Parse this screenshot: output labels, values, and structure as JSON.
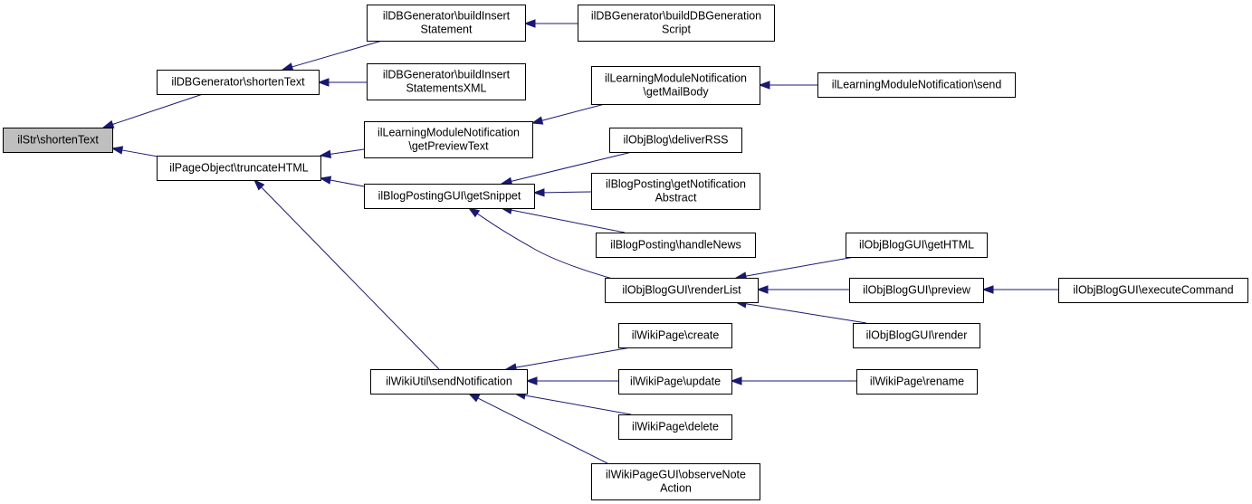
{
  "diagram": {
    "type": "call-graph",
    "colors": {
      "edge": "#191970",
      "root_fill": "#bfbfbf",
      "node_fill": "#ffffff",
      "node_border": "#000000"
    },
    "nodes": [
      {
        "id": "ilStr_shortenText",
        "lines": [
          "ilStr\\shortenText"
        ],
        "root": true
      },
      {
        "id": "ilDBGenerator_shortenText",
        "lines": [
          "ilDBGenerator\\shortenText"
        ]
      },
      {
        "id": "ilDBGenerator_buildInsertStatement",
        "lines": [
          "ilDBGenerator\\buildInsert",
          "Statement"
        ]
      },
      {
        "id": "ilDBGenerator_buildDBGenerationScript",
        "lines": [
          "ilDBGenerator\\buildDBGeneration",
          "Script"
        ]
      },
      {
        "id": "ilDBGenerator_buildInsertStatementsXML",
        "lines": [
          "ilDBGenerator\\buildInsert",
          "StatementsXML"
        ]
      },
      {
        "id": "ilPageObject_truncateHTML",
        "lines": [
          "ilPageObject\\truncateHTML"
        ]
      },
      {
        "id": "ilLMN_getPreviewText",
        "lines": [
          "ilLearningModuleNotification",
          "\\getPreviewText"
        ]
      },
      {
        "id": "ilLMN_getMailBody",
        "lines": [
          "ilLearningModuleNotification",
          "\\getMailBody"
        ]
      },
      {
        "id": "ilLMN_send",
        "lines": [
          "ilLearningModuleNotification\\send"
        ]
      },
      {
        "id": "ilBlogPostingGUI_getSnippet",
        "lines": [
          "ilBlogPostingGUI\\getSnippet"
        ]
      },
      {
        "id": "ilObjBlog_deliverRSS",
        "lines": [
          "ilObjBlog\\deliverRSS"
        ]
      },
      {
        "id": "ilBlogPosting_getNotificationAbstract",
        "lines": [
          "ilBlogPosting\\getNotification",
          "Abstract"
        ]
      },
      {
        "id": "ilBlogPosting_handleNews",
        "lines": [
          "ilBlogPosting\\handleNews"
        ]
      },
      {
        "id": "ilObjBlogGUI_renderList",
        "lines": [
          "ilObjBlogGUI\\renderList"
        ]
      },
      {
        "id": "ilObjBlogGUI_getHTML",
        "lines": [
          "ilObjBlogGUI\\getHTML"
        ]
      },
      {
        "id": "ilObjBlogGUI_preview",
        "lines": [
          "ilObjBlogGUI\\preview"
        ]
      },
      {
        "id": "ilObjBlogGUI_executeCommand",
        "lines": [
          "ilObjBlogGUI\\executeCommand"
        ]
      },
      {
        "id": "ilObjBlogGUI_render",
        "lines": [
          "ilObjBlogGUI\\render"
        ]
      },
      {
        "id": "ilWikiUtil_sendNotification",
        "lines": [
          "ilWikiUtil\\sendNotification"
        ]
      },
      {
        "id": "ilWikiPage_create",
        "lines": [
          "ilWikiPage\\create"
        ]
      },
      {
        "id": "ilWikiPage_update",
        "lines": [
          "ilWikiPage\\update"
        ]
      },
      {
        "id": "ilWikiPage_rename",
        "lines": [
          "ilWikiPage\\rename"
        ]
      },
      {
        "id": "ilWikiPage_delete",
        "lines": [
          "ilWikiPage\\delete"
        ]
      },
      {
        "id": "ilWikiPageGUI_observeNoteAction",
        "lines": [
          "ilWikiPageGUI\\observeNote",
          "Action"
        ]
      }
    ],
    "edges": [
      {
        "from": "ilDBGenerator_shortenText",
        "to": "ilStr_shortenText"
      },
      {
        "from": "ilPageObject_truncateHTML",
        "to": "ilStr_shortenText"
      },
      {
        "from": "ilDBGenerator_buildInsertStatement",
        "to": "ilDBGenerator_shortenText"
      },
      {
        "from": "ilDBGenerator_buildInsertStatementsXML",
        "to": "ilDBGenerator_shortenText"
      },
      {
        "from": "ilDBGenerator_buildDBGenerationScript",
        "to": "ilDBGenerator_buildInsertStatement"
      },
      {
        "from": "ilLMN_getPreviewText",
        "to": "ilPageObject_truncateHTML"
      },
      {
        "from": "ilBlogPostingGUI_getSnippet",
        "to": "ilPageObject_truncateHTML"
      },
      {
        "from": "ilWikiUtil_sendNotification",
        "to": "ilPageObject_truncateHTML"
      },
      {
        "from": "ilLMN_getMailBody",
        "to": "ilLMN_getPreviewText"
      },
      {
        "from": "ilLMN_send",
        "to": "ilLMN_getMailBody"
      },
      {
        "from": "ilObjBlog_deliverRSS",
        "to": "ilBlogPostingGUI_getSnippet"
      },
      {
        "from": "ilBlogPosting_getNotificationAbstract",
        "to": "ilBlogPostingGUI_getSnippet"
      },
      {
        "from": "ilBlogPosting_handleNews",
        "to": "ilBlogPostingGUI_getSnippet"
      },
      {
        "from": "ilObjBlogGUI_renderList",
        "to": "ilBlogPostingGUI_getSnippet"
      },
      {
        "from": "ilObjBlogGUI_getHTML",
        "to": "ilObjBlogGUI_renderList"
      },
      {
        "from": "ilObjBlogGUI_preview",
        "to": "ilObjBlogGUI_renderList"
      },
      {
        "from": "ilObjBlogGUI_render",
        "to": "ilObjBlogGUI_renderList"
      },
      {
        "from": "ilObjBlogGUI_executeCommand",
        "to": "ilObjBlogGUI_preview"
      },
      {
        "from": "ilWikiPage_create",
        "to": "ilWikiUtil_sendNotification"
      },
      {
        "from": "ilWikiPage_update",
        "to": "ilWikiUtil_sendNotification"
      },
      {
        "from": "ilWikiPage_delete",
        "to": "ilWikiUtil_sendNotification"
      },
      {
        "from": "ilWikiPageGUI_observeNoteAction",
        "to": "ilWikiUtil_sendNotification"
      },
      {
        "from": "ilWikiPage_rename",
        "to": "ilWikiPage_update"
      }
    ]
  }
}
